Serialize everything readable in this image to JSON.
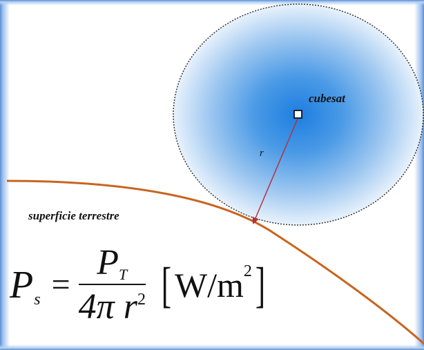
{
  "diagram": {
    "satellite_label": "cubesat",
    "radius_label": "r",
    "surface_label": "superficie terrestre",
    "colors": {
      "sphere_center": "#1e7ee0",
      "sphere_edge": "#e8f2fc",
      "earth_curve": "#c8641e",
      "radius_arrow": "#b2323c",
      "dotted_outline": "#333333"
    }
  },
  "formula": {
    "lhs_symbol": "P",
    "lhs_subscript": "s",
    "equals": "=",
    "numerator_symbol": "P",
    "numerator_subscript": "T",
    "denominator_prefix": "4π",
    "denominator_var": "r",
    "denominator_exp": "2",
    "unit_base": "W/m",
    "unit_exp": "2",
    "open_bracket": "[",
    "close_bracket": "]"
  }
}
